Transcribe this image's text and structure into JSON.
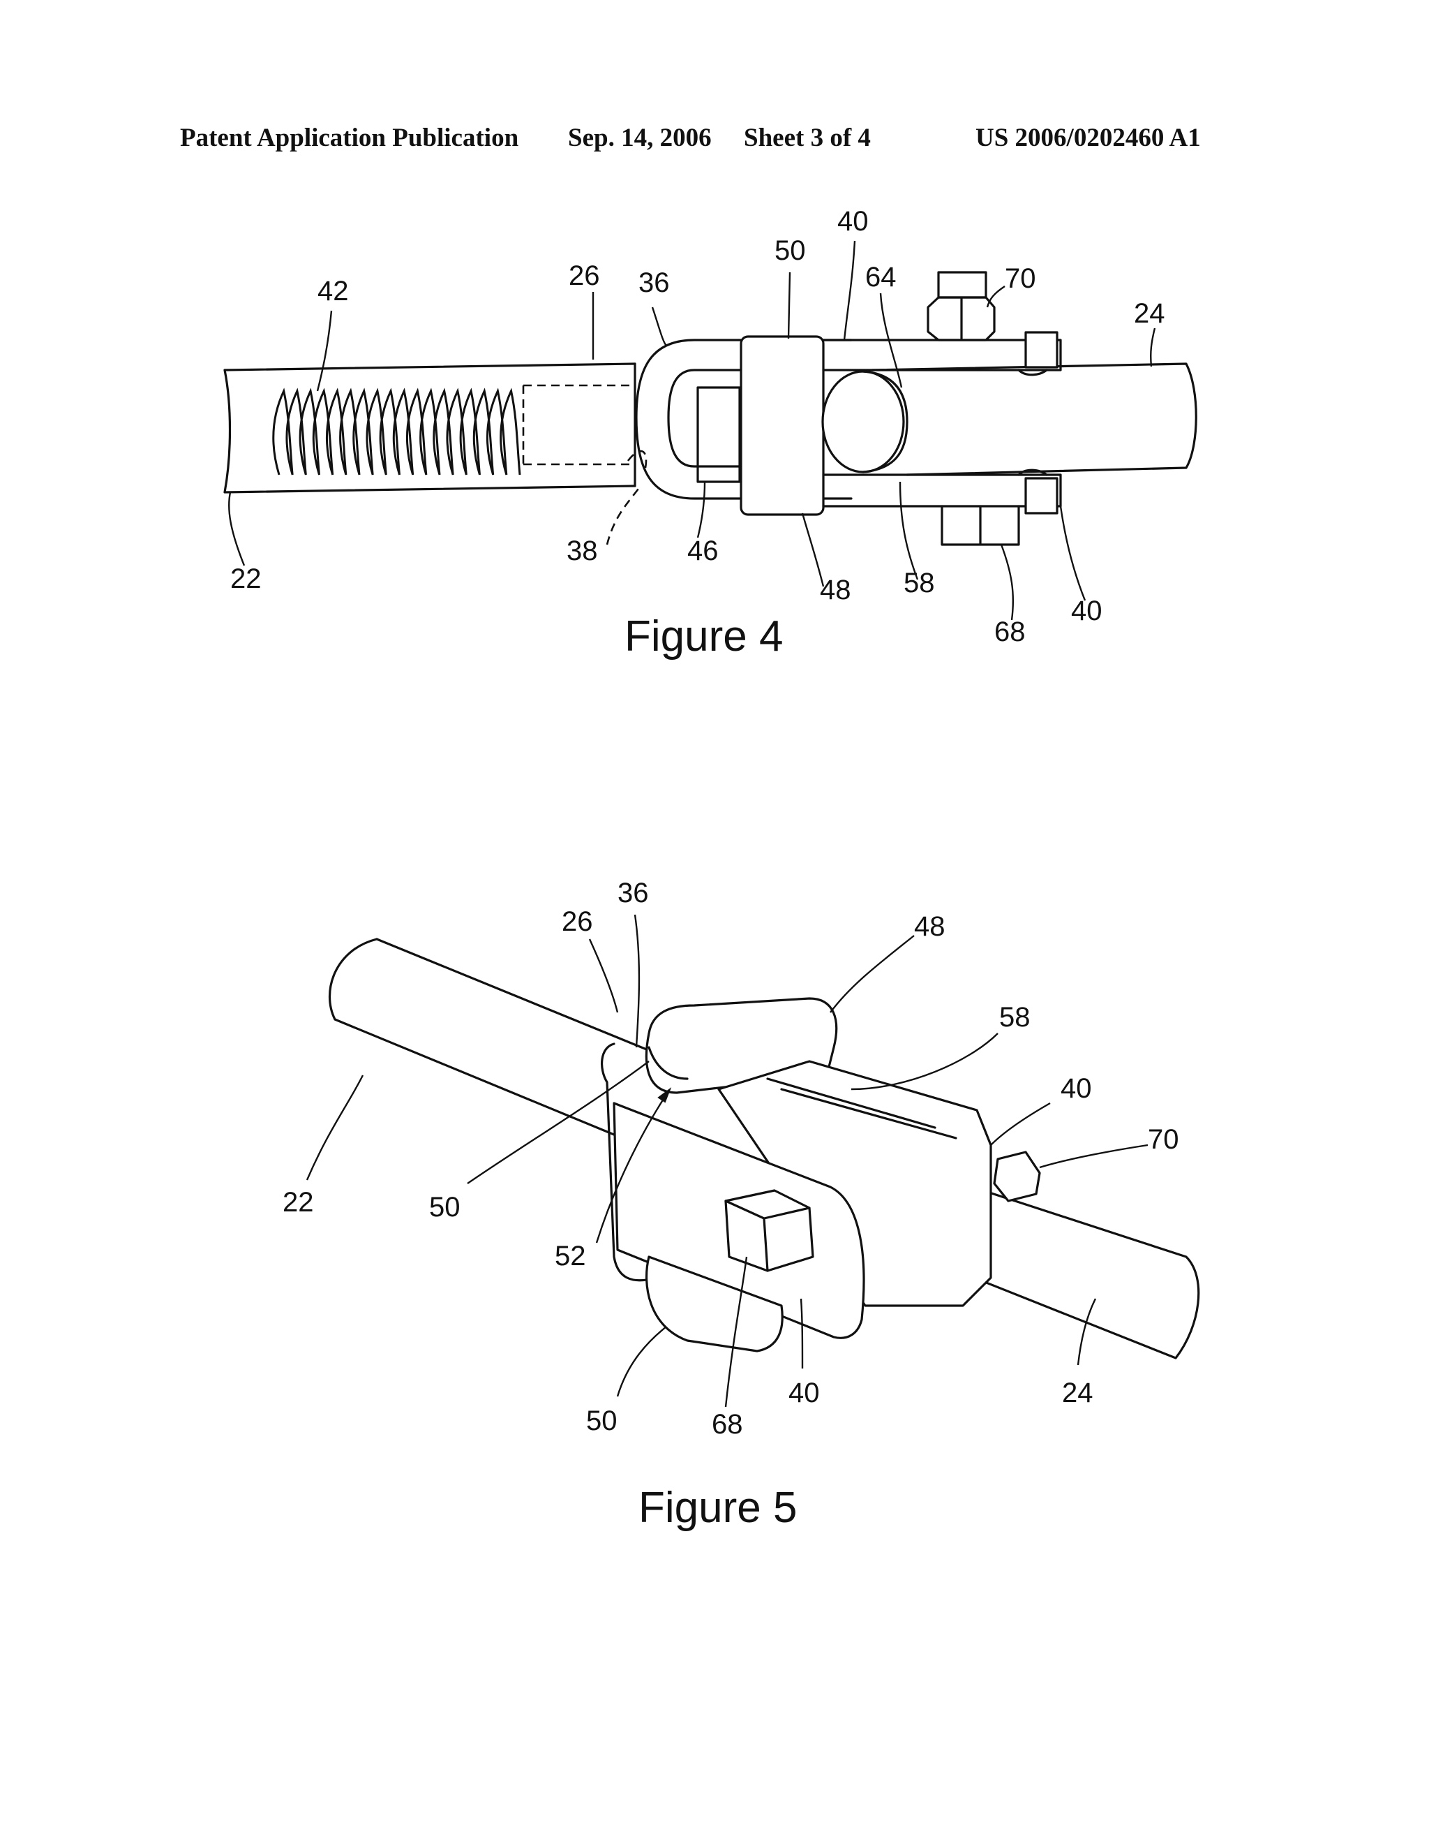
{
  "header": {
    "publication": "Patent Application Publication",
    "date": "Sep. 14, 2006",
    "sheet": "Sheet 3 of 4",
    "number": "US 2006/0202460 A1"
  },
  "figure4": {
    "caption": "Figure 4",
    "labels": {
      "l40_top": "40",
      "l50": "50",
      "l64": "64",
      "l70": "70",
      "l26": "26",
      "l36": "36",
      "l42": "42",
      "l24": "24",
      "l22": "22",
      "l38": "38",
      "l46": "46",
      "l48": "48",
      "l58": "58",
      "l68": "68",
      "l40_bottom": "40"
    }
  },
  "figure5": {
    "caption": "Figure 5",
    "labels": {
      "l36": "36",
      "l26": "26",
      "l48": "48",
      "l58": "58",
      "l40_upper": "40",
      "l70": "70",
      "l22": "22",
      "l50_upper": "50",
      "l52": "52",
      "l50_lower": "50",
      "l68": "68",
      "l40_lower": "40",
      "l24": "24"
    }
  }
}
